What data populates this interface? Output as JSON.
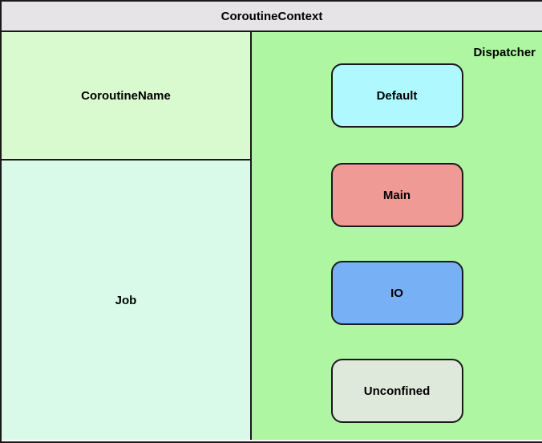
{
  "diagram": {
    "title": "CoroutineContext",
    "header_color": "#e6e4e6",
    "border_color": "#1a1a1a",
    "context_elements": [
      {
        "label": "CoroutineName",
        "color": "#d9f9cf"
      },
      {
        "label": "Job",
        "color": "#d9fae9"
      }
    ],
    "dispatcher": {
      "label": "Dispatcher",
      "color": "#aef6a2",
      "boxes": [
        {
          "label": "Default",
          "color": "#aef8fe"
        },
        {
          "label": "Main",
          "color": "#ef9a94"
        },
        {
          "label": "IO",
          "color": "#77b0f5"
        },
        {
          "label": "Unconfined",
          "color": "#dfe9db"
        }
      ]
    }
  }
}
